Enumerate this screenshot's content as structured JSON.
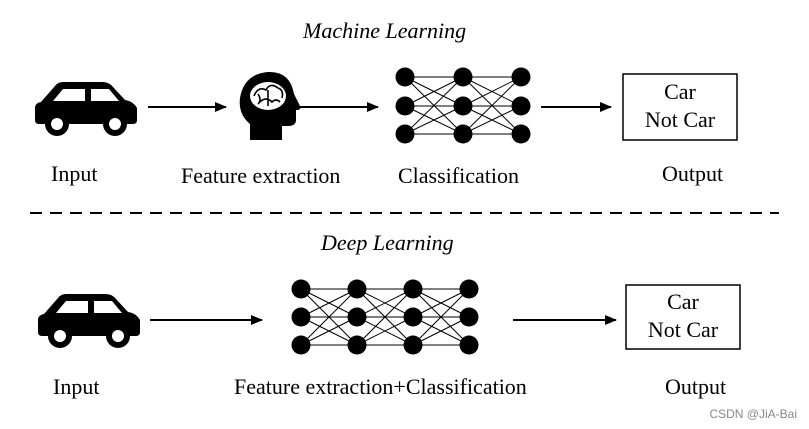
{
  "diagram": {
    "top_title": "Machine Learning",
    "bottom_title": "Deep Learning",
    "top_labels": {
      "input": "Input",
      "feature_extraction": "Feature extraction",
      "classification": "Classification",
      "output": "Output"
    },
    "bottom_labels": {
      "input": "Input",
      "combined": "Feature extraction+Classification",
      "output": "Output"
    },
    "output_box": {
      "line1": "Car",
      "line2": "Not Car"
    },
    "icons": {
      "car": "car-icon",
      "brain": "brain-head-icon",
      "network": "neural-network-icon"
    }
  },
  "watermark": "CSDN @JiA-Bai"
}
